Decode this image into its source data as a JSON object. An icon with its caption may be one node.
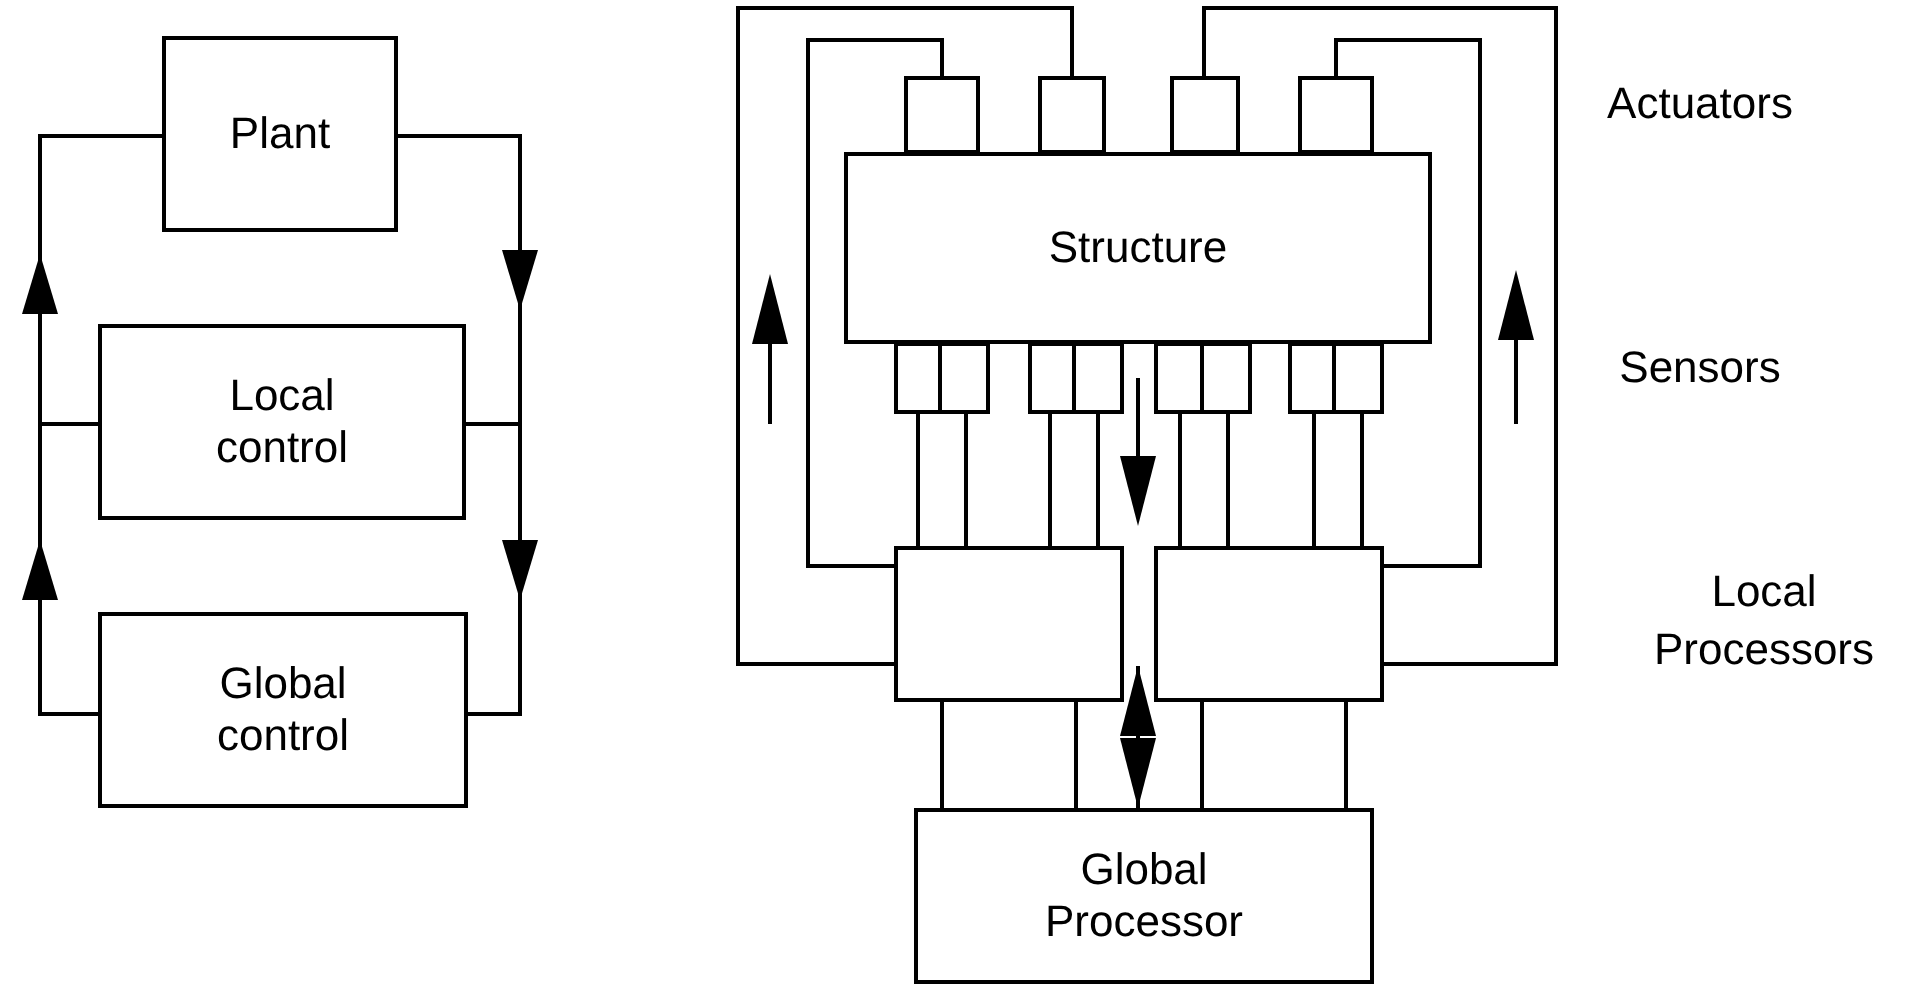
{
  "diagram": {
    "nodes": [
      {
        "text": [
          "Plant"
        ]
      },
      {
        "text": [
          "Local control"
        ]
      },
      {
        "text": [
          "Global control"
        ]
      },
      {
        "text": [
          "Structure"
        ]
      },
      {
        "text": [],
        "shape": "box"
      },
      {
        "text": [],
        "shape": "box"
      },
      {
        "text": [],
        "shape": "box"
      },
      {
        "text": [],
        "shape": "box"
      },
      {
        "text": [],
        "shape": "box"
      },
      {
        "text": [],
        "shape": "box"
      },
      {
        "text": [],
        "shape": "box"
      },
      {
        "text": [],
        "shape": "box"
      },
      {
        "text": [],
        "shape": "box"
      },
      {
        "text": [],
        "shape": "box"
      },
      {
        "text": [],
        "shape": "box"
      },
      {
        "text": [],
        "shape": "box"
      },
      {
        "text": [],
        "shape": "box"
      },
      {
        "text": [],
        "shape": "box"
      },
      {
        "text": [
          "Global Processor"
        ]
      }
    ],
    "edges": [
      {
        "from": 0,
        "to": 1,
        "arrow": "to"
      },
      {
        "from": 0,
        "to": 2,
        "arrow": "to"
      },
      {
        "from": 2,
        "to": 0,
        "arrow": "to"
      },
      {
        "from": 1,
        "to": 0,
        "arrow": "to"
      },
      {
        "from": 8,
        "to": 16,
        "arrow": "none"
      },
      {
        "from": 9,
        "to": 16,
        "arrow": "none"
      },
      {
        "from": 10,
        "to": 16,
        "arrow": "none"
      },
      {
        "from": 11,
        "to": 16,
        "arrow": "none"
      },
      {
        "from": 12,
        "to": 17,
        "arrow": "none"
      },
      {
        "from": 13,
        "to": 17,
        "arrow": "none"
      },
      {
        "from": 14,
        "to": 17,
        "arrow": "none"
      },
      {
        "from": 15,
        "to": 17,
        "arrow": "none"
      },
      {
        "from": 16,
        "to": 4,
        "arrow": "none"
      },
      {
        "from": 16,
        "to": 5,
        "arrow": "none"
      },
      {
        "from": 17,
        "to": 7,
        "arrow": "none"
      },
      {
        "from": 17,
        "to": 6,
        "arrow": "none"
      },
      {
        "from": 16,
        "to": 18,
        "arrow": "none"
      },
      {
        "from": 16,
        "to": 18,
        "arrow": "none"
      },
      {
        "from": 17,
        "to": 18,
        "arrow": "none"
      },
      {
        "from": 17,
        "to": 18,
        "arrow": "none"
      },
      {
        "from": 16,
        "to": 18,
        "arrow": "both"
      }
    ],
    "labels": [
      "Actuators",
      "Sensors",
      "Local Processors"
    ]
  }
}
